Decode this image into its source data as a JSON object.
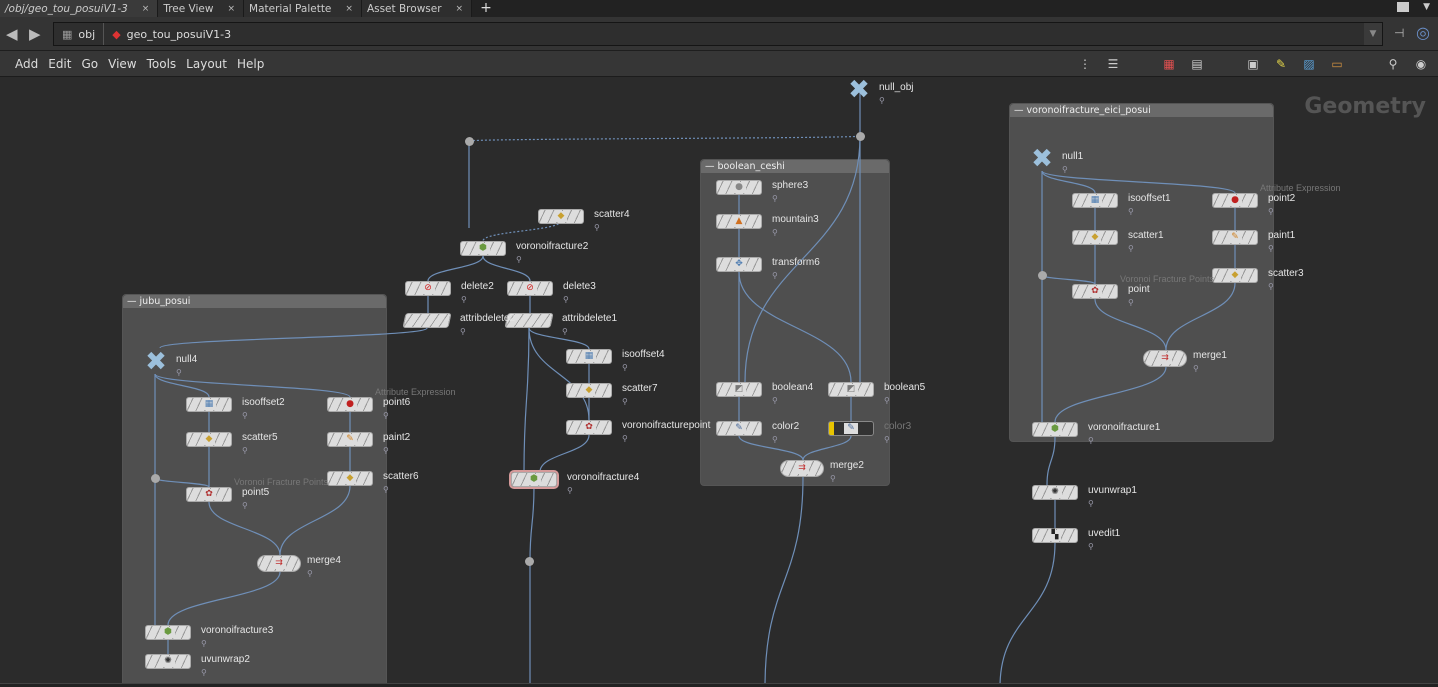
{
  "tabs": [
    {
      "label": "/obj/geo_tou_posuiV1-3",
      "active": true
    },
    {
      "label": "Tree View"
    },
    {
      "label": "Material Palette"
    },
    {
      "label": "Asset Browser"
    }
  ],
  "tab_close": "×",
  "new_tab": "+",
  "path": {
    "root": "obj",
    "current": "geo_tou_posuiV1-3"
  },
  "menu": [
    "Add",
    "Edit",
    "Go",
    "View",
    "Tools",
    "Layout",
    "Help"
  ],
  "tools": [
    "tree-view-icon",
    "list-view-icon",
    "color-palette-icon",
    "shape-palette-icon",
    "network-box-icon",
    "sticky-note-icon",
    "background-image-icon",
    "subnet-box-icon",
    "search-icon",
    "eye-icon"
  ],
  "context_label": "Geometry",
  "network_boxes": {
    "jubu": "jubu_posui",
    "boolean": "boolean_ceshi",
    "voronoi": "voronoifracture_eici_posui"
  },
  "nodes": {
    "null_obj": {
      "label": "null_obj",
      "icon": "null"
    },
    "scatter4": {
      "label": "scatter4",
      "icon": "scatter"
    },
    "voronoifracture2": {
      "label": "voronoifracture2",
      "icon": "voronoi"
    },
    "delete2": {
      "label": "delete2",
      "icon": "delete"
    },
    "delete3": {
      "label": "delete3",
      "icon": "delete"
    },
    "attribdelete2": {
      "label": "attribdelete2",
      "icon": "attribdelete"
    },
    "attribdelete1": {
      "label": "attribdelete1",
      "icon": "attribdelete"
    },
    "isooffset4": {
      "label": "isooffset4",
      "icon": "isooffset"
    },
    "scatter7": {
      "label": "scatter7",
      "icon": "scatter"
    },
    "voronoifracturepoint": {
      "label": "voronoifracturepoint",
      "icon": "vfpoints"
    },
    "voronoifracture4": {
      "label": "voronoifracture4",
      "icon": "voronoi"
    },
    "null4": {
      "label": "null4",
      "icon": "null"
    },
    "isooffset2": {
      "label": "isooffset2",
      "icon": "isooffset"
    },
    "scatter5": {
      "label": "scatter5",
      "icon": "scatter"
    },
    "point5": {
      "label": "point5",
      "icon": "vfpoints",
      "hint": "Voronoi Fracture Points"
    },
    "point6": {
      "label": "point6",
      "icon": "point",
      "hint": "Attribute Expression"
    },
    "paint2": {
      "label": "paint2",
      "icon": "paint"
    },
    "scatter6": {
      "label": "scatter6",
      "icon": "scatter"
    },
    "merge4": {
      "label": "merge4",
      "icon": "merge"
    },
    "voronoifracture3": {
      "label": "voronoifracture3",
      "icon": "voronoi"
    },
    "uvunwrap2": {
      "label": "uvunwrap2",
      "icon": "uvunwrap"
    },
    "sphere3": {
      "label": "sphere3",
      "icon": "sphere"
    },
    "mountain3": {
      "label": "mountain3",
      "icon": "mountain"
    },
    "transform6": {
      "label": "transform6",
      "icon": "transform"
    },
    "boolean4": {
      "label": "boolean4",
      "icon": "boolean"
    },
    "boolean5": {
      "label": "boolean5",
      "icon": "boolean"
    },
    "color2": {
      "label": "color2",
      "icon": "color"
    },
    "color3": {
      "label": "color3",
      "icon": "color",
      "bypassed": true
    },
    "merge2": {
      "label": "merge2",
      "icon": "merge"
    },
    "null1": {
      "label": "null1",
      "icon": "null"
    },
    "isooffset1": {
      "label": "isooffset1",
      "icon": "isooffset"
    },
    "scatter1": {
      "label": "scatter1",
      "icon": "scatter"
    },
    "point": {
      "label": "point",
      "icon": "vfpoints",
      "hint": "Voronoi Fracture Points"
    },
    "point2": {
      "label": "point2",
      "icon": "point",
      "hint": "Attribute Expression"
    },
    "paint1": {
      "label": "paint1",
      "icon": "paint"
    },
    "scatter3": {
      "label": "scatter3",
      "icon": "scatter"
    },
    "merge1": {
      "label": "merge1",
      "icon": "merge"
    },
    "voronoifracture1": {
      "label": "voronoifracture1",
      "icon": "voronoi"
    },
    "uvunwrap1": {
      "label": "uvunwrap1",
      "icon": "uvunwrap"
    },
    "uvedit1": {
      "label": "uvedit1",
      "icon": "uvedit"
    }
  },
  "colors": {
    "wire": "#6f8fb8",
    "bypass": "#e8c400",
    "selected": "#d59a9a"
  }
}
